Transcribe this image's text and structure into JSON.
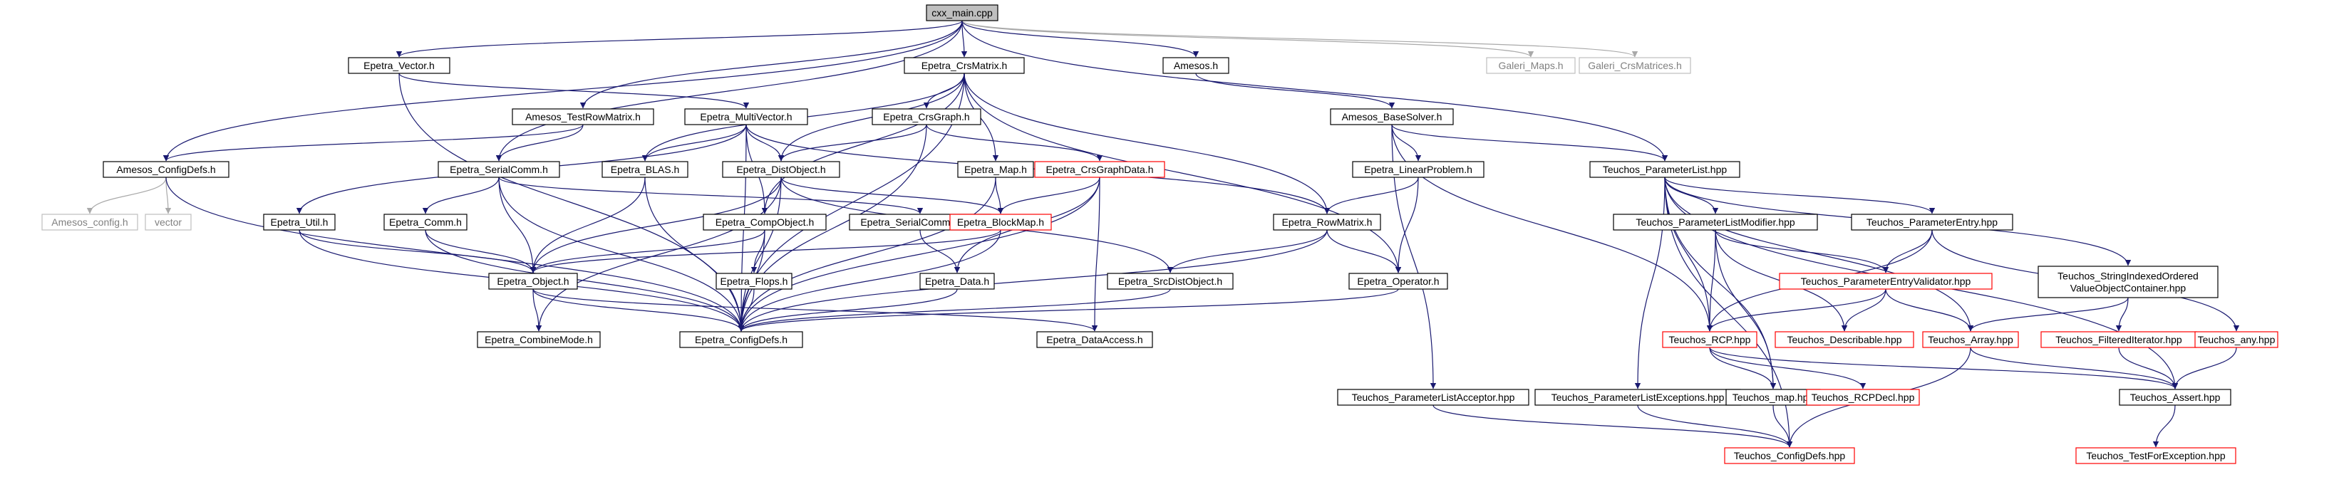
{
  "title": "cxx_main.cpp include dependency graph",
  "colors": {
    "root_fill": "#bfbfbf",
    "normal_fill": "#ffffff",
    "normal_stroke": "#000000",
    "truncated_stroke": "#ff0000",
    "missing_stroke": "#bfbfbf",
    "missing_text": "#808080",
    "edge": "#191970",
    "edge_missing": "#a9a9a9"
  },
  "nodes": [
    {
      "id": "cxx_main",
      "label": "cxx_main.cpp",
      "kind": "root"
    },
    {
      "id": "Epetra_Vector",
      "label": "Epetra_Vector.h",
      "kind": "normal"
    },
    {
      "id": "Epetra_CrsMatrix",
      "label": "Epetra_CrsMatrix.h",
      "kind": "normal"
    },
    {
      "id": "Amesos_h",
      "label": "Amesos.h",
      "kind": "normal"
    },
    {
      "id": "Galeri_Maps",
      "label": "Galeri_Maps.h",
      "kind": "missing"
    },
    {
      "id": "Galeri_CrsMatrices",
      "label": "Galeri_CrsMatrices.h",
      "kind": "missing"
    },
    {
      "id": "Amesos_TestRowMatrix",
      "label": "Amesos_TestRowMatrix.h",
      "kind": "normal"
    },
    {
      "id": "Epetra_MultiVector",
      "label": "Epetra_MultiVector.h",
      "kind": "normal"
    },
    {
      "id": "Epetra_CrsGraph",
      "label": "Epetra_CrsGraph.h",
      "kind": "normal"
    },
    {
      "id": "Amesos_BaseSolver",
      "label": "Amesos_BaseSolver.h",
      "kind": "normal"
    },
    {
      "id": "Amesos_ConfigDefs",
      "label": "Amesos_ConfigDefs.h",
      "kind": "normal"
    },
    {
      "id": "Epetra_SerialComm",
      "label": "Epetra_SerialComm.h",
      "kind": "normal"
    },
    {
      "id": "Epetra_BLAS",
      "label": "Epetra_BLAS.h",
      "kind": "normal"
    },
    {
      "id": "Epetra_DistObject",
      "label": "Epetra_DistObject.h",
      "kind": "normal"
    },
    {
      "id": "Epetra_Map",
      "label": "Epetra_Map.h",
      "kind": "normal"
    },
    {
      "id": "Epetra_CrsGraphData",
      "label": "Epetra_CrsGraphData.h",
      "kind": "truncated"
    },
    {
      "id": "Epetra_LinearProblem",
      "label": "Epetra_LinearProblem.h",
      "kind": "normal"
    },
    {
      "id": "Teuchos_ParameterList",
      "label": "Teuchos_ParameterList.hpp",
      "kind": "normal"
    },
    {
      "id": "Amesos_config",
      "label": "Amesos_config.h",
      "kind": "missing"
    },
    {
      "id": "vector",
      "label": "vector",
      "kind": "missing"
    },
    {
      "id": "Epetra_Util",
      "label": "Epetra_Util.h",
      "kind": "normal"
    },
    {
      "id": "Epetra_Comm",
      "label": "Epetra_Comm.h",
      "kind": "normal"
    },
    {
      "id": "Epetra_CompObject",
      "label": "Epetra_CompObject.h",
      "kind": "normal"
    },
    {
      "id": "Epetra_SerialCommData",
      "label": "Epetra_SerialCommData.h",
      "kind": "normal"
    },
    {
      "id": "Epetra_BlockMap",
      "label": "Epetra_BlockMap.h",
      "kind": "truncated"
    },
    {
      "id": "Epetra_RowMatrix",
      "label": "Epetra_RowMatrix.h",
      "kind": "normal"
    },
    {
      "id": "Teuchos_ParameterListModifier",
      "label": "Teuchos_ParameterListModifier.hpp",
      "kind": "normal"
    },
    {
      "id": "Teuchos_ParameterEntry",
      "label": "Teuchos_ParameterEntry.hpp",
      "kind": "normal"
    },
    {
      "id": "Teuchos_StringIndexedOrderedValueObjectContainer",
      "label": "Teuchos_StringIndexedOrdered\nValueObjectContainer.hpp",
      "kind": "normal"
    },
    {
      "id": "Epetra_Object",
      "label": "Epetra_Object.h",
      "kind": "normal"
    },
    {
      "id": "Epetra_Flops",
      "label": "Epetra_Flops.h",
      "kind": "normal"
    },
    {
      "id": "Epetra_Data",
      "label": "Epetra_Data.h",
      "kind": "normal"
    },
    {
      "id": "Epetra_SrcDistObject",
      "label": "Epetra_SrcDistObject.h",
      "kind": "normal"
    },
    {
      "id": "Epetra_Operator",
      "label": "Epetra_Operator.h",
      "kind": "normal"
    },
    {
      "id": "Teuchos_ParameterEntryValidator",
      "label": "Teuchos_ParameterEntryValidator.hpp",
      "kind": "truncated"
    },
    {
      "id": "Epetra_CombineMode",
      "label": "Epetra_CombineMode.h",
      "kind": "normal"
    },
    {
      "id": "Epetra_ConfigDefs",
      "label": "Epetra_ConfigDefs.h",
      "kind": "normal"
    },
    {
      "id": "Epetra_DataAccess",
      "label": "Epetra_DataAccess.h",
      "kind": "normal"
    },
    {
      "id": "Teuchos_RCP",
      "label": "Teuchos_RCP.hpp",
      "kind": "truncated"
    },
    {
      "id": "Teuchos_Describable",
      "label": "Teuchos_Describable.hpp",
      "kind": "truncated"
    },
    {
      "id": "Teuchos_Array",
      "label": "Teuchos_Array.hpp",
      "kind": "truncated"
    },
    {
      "id": "Teuchos_FilteredIterator",
      "label": "Teuchos_FilteredIterator.hpp",
      "kind": "truncated"
    },
    {
      "id": "Teuchos_any",
      "label": "Teuchos_any.hpp",
      "kind": "truncated"
    },
    {
      "id": "Teuchos_ParameterListAcceptor",
      "label": "Teuchos_ParameterListAcceptor.hpp",
      "kind": "normal"
    },
    {
      "id": "Teuchos_ParameterListExceptions",
      "label": "Teuchos_ParameterListExceptions.hpp",
      "kind": "normal"
    },
    {
      "id": "Teuchos_map",
      "label": "Teuchos_map.hpp",
      "kind": "normal"
    },
    {
      "id": "Teuchos_RCPDecl",
      "label": "Teuchos_RCPDecl.hpp",
      "kind": "truncated"
    },
    {
      "id": "Teuchos_Assert",
      "label": "Teuchos_Assert.hpp",
      "kind": "normal"
    },
    {
      "id": "Teuchos_ConfigDefs",
      "label": "Teuchos_ConfigDefs.hpp",
      "kind": "truncated"
    },
    {
      "id": "Teuchos_TestForException",
      "label": "Teuchos_TestForException.hpp",
      "kind": "truncated"
    }
  ],
  "edges": [
    [
      "cxx_main",
      "Epetra_Vector"
    ],
    [
      "cxx_main",
      "Epetra_CrsMatrix"
    ],
    [
      "cxx_main",
      "Amesos_h"
    ],
    [
      "cxx_main",
      "Galeri_Maps"
    ],
    [
      "cxx_main",
      "Galeri_CrsMatrices"
    ],
    [
      "cxx_main",
      "Amesos_TestRowMatrix"
    ],
    [
      "cxx_main",
      "Amesos_ConfigDefs"
    ],
    [
      "cxx_main",
      "Epetra_SerialComm"
    ],
    [
      "cxx_main",
      "Teuchos_ParameterList"
    ],
    [
      "Epetra_Vector",
      "Epetra_MultiVector"
    ],
    [
      "Epetra_Vector",
      "Epetra_ConfigDefs"
    ],
    [
      "Epetra_MultiVector",
      "Epetra_DistObject"
    ],
    [
      "Epetra_MultiVector",
      "Epetra_CompObject"
    ],
    [
      "Epetra_MultiVector",
      "Epetra_BLAS"
    ],
    [
      "Epetra_MultiVector",
      "Epetra_Util"
    ],
    [
      "Epetra_MultiVector",
      "Epetra_ConfigDefs"
    ],
    [
      "Epetra_MultiVector",
      "Epetra_RowMatrix"
    ],
    [
      "Epetra_CrsMatrix",
      "Epetra_DistObject"
    ],
    [
      "Epetra_CrsMatrix",
      "Epetra_CrsGraph"
    ],
    [
      "Epetra_CrsMatrix",
      "Epetra_Map"
    ],
    [
      "Epetra_CrsMatrix",
      "Epetra_RowMatrix"
    ],
    [
      "Epetra_CrsMatrix",
      "Epetra_CompObject"
    ],
    [
      "Epetra_CrsMatrix",
      "Epetra_BLAS"
    ],
    [
      "Epetra_CrsMatrix",
      "Epetra_Operator"
    ],
    [
      "Epetra_CrsMatrix",
      "Epetra_ConfigDefs"
    ],
    [
      "Epetra_CrsGraph",
      "Epetra_DistObject"
    ],
    [
      "Epetra_CrsGraph",
      "Epetra_CrsGraphData"
    ],
    [
      "Epetra_CrsGraph",
      "Epetra_ConfigDefs"
    ],
    [
      "Epetra_CrsGraphData",
      "Epetra_BlockMap"
    ],
    [
      "Epetra_CrsGraphData",
      "Epetra_Data"
    ],
    [
      "Epetra_CrsGraphData",
      "Epetra_DataAccess"
    ],
    [
      "Epetra_CrsGraphData",
      "Epetra_ConfigDefs"
    ],
    [
      "Amesos_TestRowMatrix",
      "Epetra_SerialComm"
    ],
    [
      "Amesos_TestRowMatrix",
      "Amesos_ConfigDefs"
    ],
    [
      "Amesos_h",
      "Amesos_BaseSolver"
    ],
    [
      "Amesos_BaseSolver",
      "Epetra_LinearProblem"
    ],
    [
      "Amesos_BaseSolver",
      "Teuchos_ParameterList"
    ],
    [
      "Amesos_BaseSolver",
      "Teuchos_RCP"
    ],
    [
      "Amesos_BaseSolver",
      "Teuchos_ParameterListAcceptor"
    ],
    [
      "Epetra_LinearProblem",
      "Epetra_RowMatrix"
    ],
    [
      "Epetra_LinearProblem",
      "Epetra_Operator"
    ],
    [
      "Amesos_ConfigDefs",
      "Amesos_config"
    ],
    [
      "Amesos_ConfigDefs",
      "vector"
    ],
    [
      "Amesos_ConfigDefs",
      "Epetra_ConfigDefs"
    ],
    [
      "Epetra_SerialComm",
      "Epetra_Object"
    ],
    [
      "Epetra_SerialComm",
      "Epetra_Comm"
    ],
    [
      "Epetra_SerialComm",
      "Epetra_SerialCommData"
    ],
    [
      "Epetra_SerialComm",
      "Epetra_ConfigDefs"
    ],
    [
      "Epetra_BLAS",
      "Epetra_Object"
    ],
    [
      "Epetra_BLAS",
      "Epetra_ConfigDefs"
    ],
    [
      "Epetra_DistObject",
      "Epetra_Object"
    ],
    [
      "Epetra_DistObject",
      "Epetra_BlockMap"
    ],
    [
      "Epetra_DistObject",
      "Epetra_SrcDistObject"
    ],
    [
      "Epetra_DistObject",
      "Epetra_ConfigDefs"
    ],
    [
      "Epetra_DistObject",
      "Epetra_CombineMode"
    ],
    [
      "Epetra_Map",
      "Epetra_BlockMap"
    ],
    [
      "Epetra_Map",
      "Epetra_ConfigDefs"
    ],
    [
      "Epetra_Util",
      "Epetra_Object"
    ],
    [
      "Epetra_Util",
      "Epetra_ConfigDefs"
    ],
    [
      "Epetra_Comm",
      "Epetra_Object"
    ],
    [
      "Epetra_Comm",
      "Epetra_ConfigDefs"
    ],
    [
      "Epetra_CompObject",
      "Epetra_Object"
    ],
    [
      "Epetra_CompObject",
      "Epetra_Flops"
    ],
    [
      "Epetra_CompObject",
      "Epetra_ConfigDefs"
    ],
    [
      "Epetra_SerialCommData",
      "Epetra_Data"
    ],
    [
      "Epetra_BlockMap",
      "Epetra_Object"
    ],
    [
      "Epetra_BlockMap",
      "Epetra_ConfigDefs"
    ],
    [
      "Epetra_RowMatrix",
      "Epetra_Operator"
    ],
    [
      "Epetra_RowMatrix",
      "Epetra_SrcDistObject"
    ],
    [
      "Epetra_RowMatrix",
      "Epetra_ConfigDefs"
    ],
    [
      "Epetra_Object",
      "Epetra_CombineMode"
    ],
    [
      "Epetra_Object",
      "Epetra_DataAccess"
    ],
    [
      "Epetra_Object",
      "Epetra_ConfigDefs"
    ],
    [
      "Epetra_Flops",
      "Epetra_ConfigDefs"
    ],
    [
      "Epetra_Data",
      "Epetra_ConfigDefs"
    ],
    [
      "Epetra_SrcDistObject",
      "Epetra_ConfigDefs"
    ],
    [
      "Epetra_Operator",
      "Epetra_ConfigDefs"
    ],
    [
      "Teuchos_ParameterList",
      "Teuchos_ParameterListModifier"
    ],
    [
      "Teuchos_ParameterList",
      "Teuchos_ParameterEntry"
    ],
    [
      "Teuchos_ParameterList",
      "Teuchos_StringIndexedOrderedValueObjectContainer"
    ],
    [
      "Teuchos_ParameterList",
      "Teuchos_RCP"
    ],
    [
      "Teuchos_ParameterList",
      "Teuchos_map"
    ],
    [
      "Teuchos_ParameterList",
      "Teuchos_Array"
    ],
    [
      "Teuchos_ParameterList",
      "Teuchos_ParameterListExceptions"
    ],
    [
      "Teuchos_ParameterList",
      "Teuchos_Assert"
    ],
    [
      "Teuchos_ParameterList",
      "Teuchos_ConfigDefs"
    ],
    [
      "Teuchos_ParameterListModifier",
      "Teuchos_RCP"
    ],
    [
      "Teuchos_ParameterListModifier",
      "Teuchos_map"
    ],
    [
      "Teuchos_ParameterListModifier",
      "Teuchos_Describable"
    ],
    [
      "Teuchos_ParameterListModifier",
      "Teuchos_ParameterEntryValidator"
    ],
    [
      "Teuchos_ParameterEntry",
      "Teuchos_ParameterEntryValidator"
    ],
    [
      "Teuchos_ParameterEntry",
      "Teuchos_RCP"
    ],
    [
      "Teuchos_ParameterEntry",
      "Teuchos_any"
    ],
    [
      "Teuchos_ParameterEntryValidator",
      "Teuchos_RCP"
    ],
    [
      "Teuchos_ParameterEntryValidator",
      "Teuchos_Describable"
    ],
    [
      "Teuchos_ParameterEntryValidator",
      "Teuchos_Array"
    ],
    [
      "Teuchos_StringIndexedOrderedValueObjectContainer",
      "Teuchos_Array"
    ],
    [
      "Teuchos_StringIndexedOrderedValueObjectContainer",
      "Teuchos_FilteredIterator"
    ],
    [
      "Teuchos_RCP",
      "Teuchos_map"
    ],
    [
      "Teuchos_RCP",
      "Teuchos_RCPDecl"
    ],
    [
      "Teuchos_RCP",
      "Teuchos_Assert"
    ],
    [
      "Teuchos_Array",
      "Teuchos_Assert"
    ],
    [
      "Teuchos_Array",
      "Teuchos_ConfigDefs"
    ],
    [
      "Teuchos_FilteredIterator",
      "Teuchos_Assert"
    ],
    [
      "Teuchos_any",
      "Teuchos_Assert"
    ],
    [
      "Teuchos_ParameterListAcceptor",
      "Teuchos_ConfigDefs"
    ],
    [
      "Teuchos_ParameterListExceptions",
      "Teuchos_ConfigDefs"
    ],
    [
      "Teuchos_map",
      "Teuchos_ConfigDefs"
    ],
    [
      "Teuchos_Assert",
      "Teuchos_TestForException"
    ]
  ]
}
